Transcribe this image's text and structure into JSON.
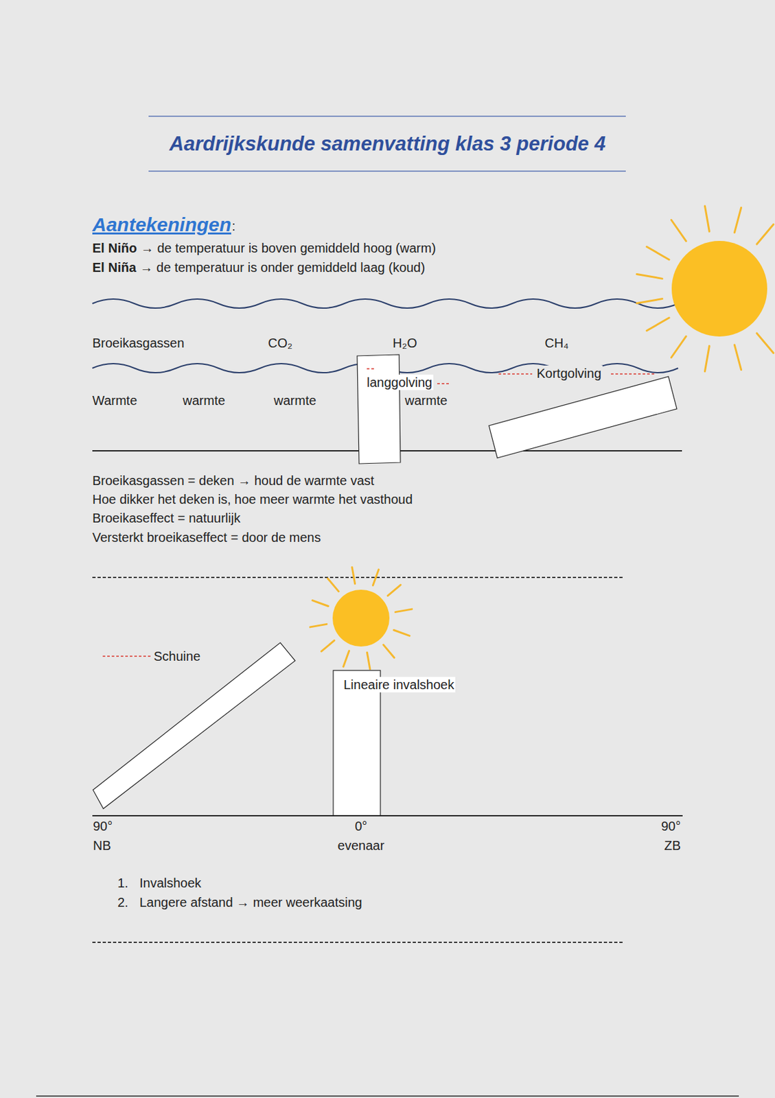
{
  "diagram": {
    "title": "Aardrijkskunde samenvatting klas 3 periode 4",
    "labels": [
      "Aantekeningen",
      ":",
      "El Niño",
      "→ de temperatuur is boven gemiddeld hoog (warm)",
      "El Niña",
      "→ de temperatuur is onder gemiddeld laag (koud)",
      "Broeikasgassen",
      "CO₂",
      "H₂O",
      "CH₄",
      "Warmte",
      "warmte",
      "warmte",
      "warmte",
      "langgolving",
      "Kortgolving",
      "Broeikasgassen = deken → houd de warmte vast",
      "Hoe dikker het deken is, hoe meer warmte het vasthoud",
      "Broeikaseffect = natuurlijk",
      "Versterkt broeikaseffect = door de mens",
      "Schuine",
      "Lineaire invalshoek",
      "90°",
      "NB",
      "0°",
      "evenaar",
      "90°",
      "ZB",
      "1.",
      "Invalshoek",
      "2.",
      "Langere afstand → meer weerkaatsing"
    ]
  }
}
